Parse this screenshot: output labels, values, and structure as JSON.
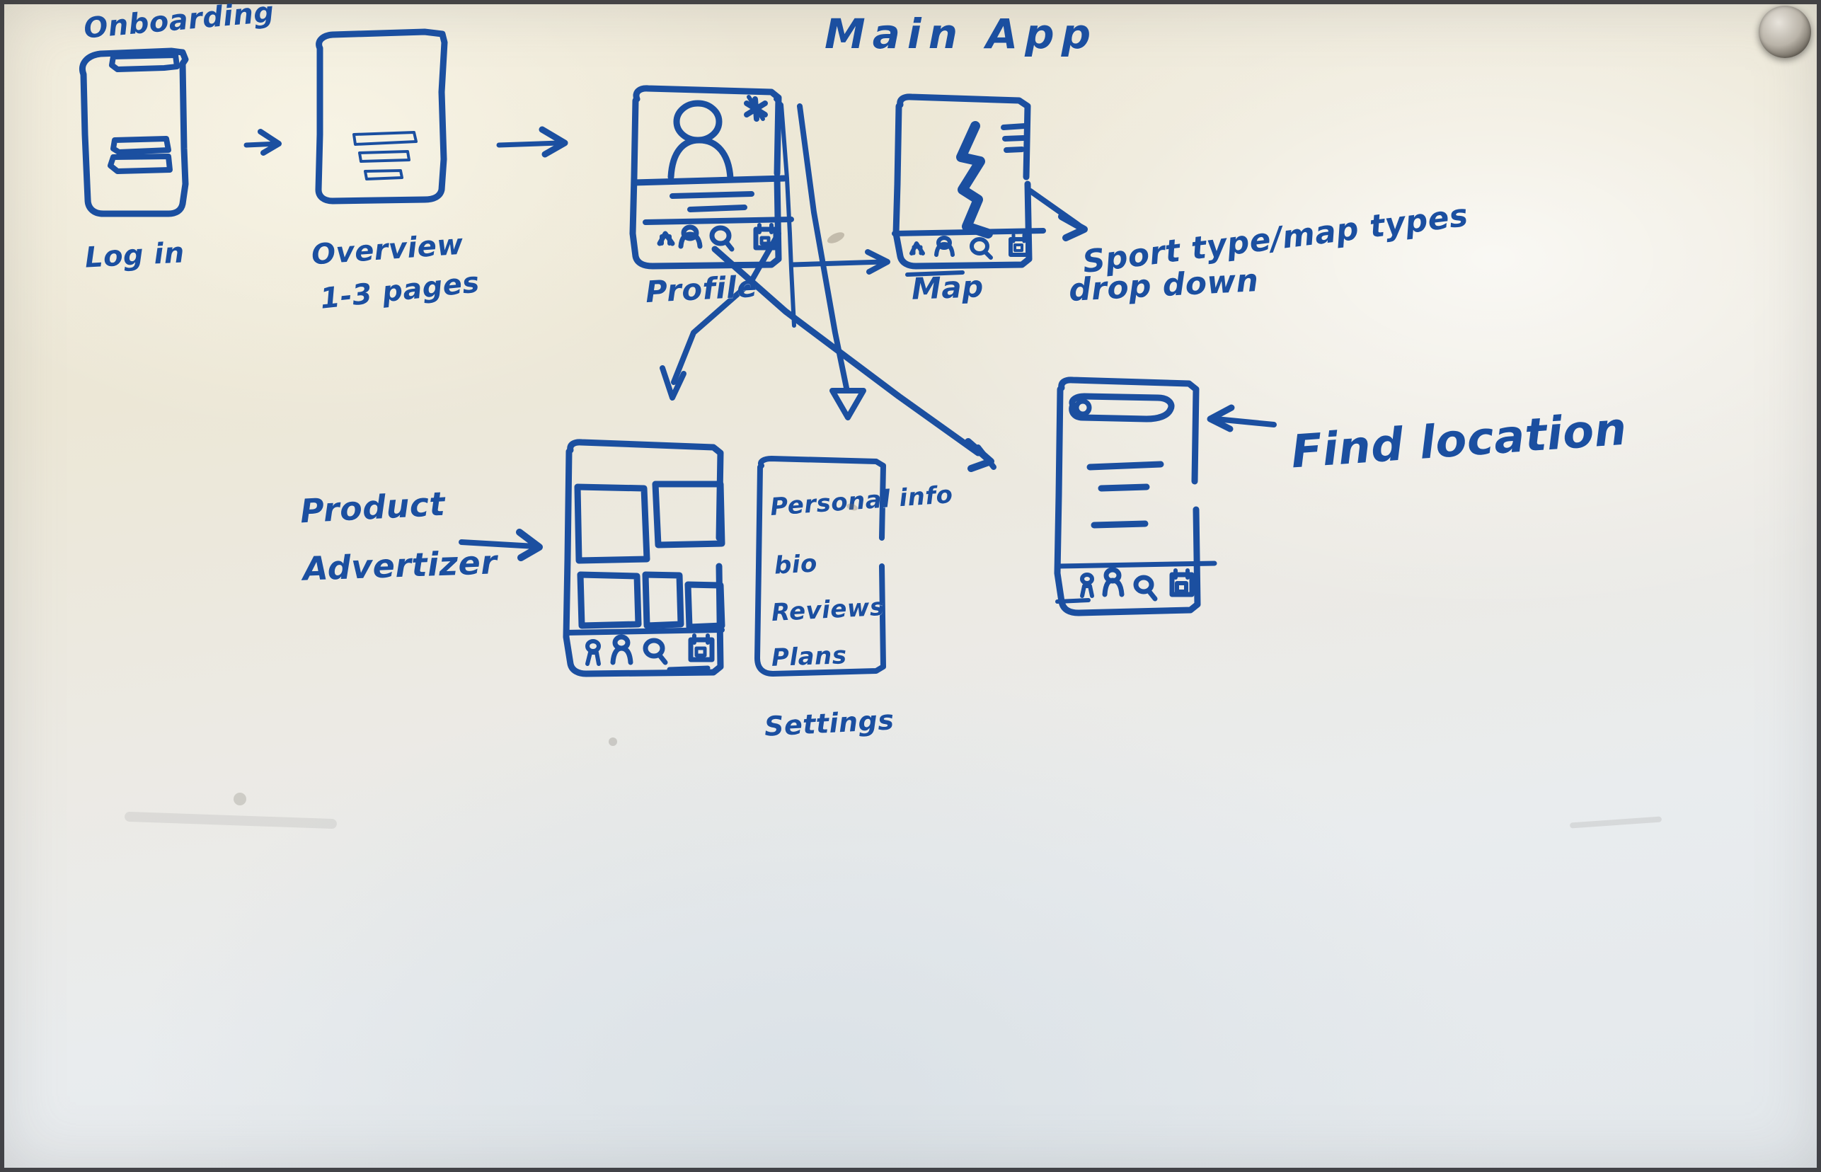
{
  "board": {
    "title": "Main App",
    "ink_color": "#1b4fa0",
    "surface_color": "#ece7d6"
  },
  "sections": {
    "onboarding_label": "Onboarding",
    "main_app_label": "Main App"
  },
  "screens": [
    {
      "id": "login",
      "label": "Log in",
      "elements": [
        "notch",
        "input-field",
        "input-field"
      ]
    },
    {
      "id": "overview",
      "label": "Overview",
      "sublabel": "1-3 pages",
      "elements": [
        "text-line",
        "text-line",
        "text-line"
      ]
    },
    {
      "id": "profile",
      "label": "Profile",
      "elements": [
        "avatar",
        "star-icon",
        "text-line",
        "text-line",
        "tab-bar"
      ]
    },
    {
      "id": "map",
      "label": "Map",
      "elements": [
        "route-path",
        "hamburger-icon",
        "tab-bar"
      ]
    },
    {
      "id": "product-advertizer",
      "label": "Product Advertizer",
      "elements": [
        "card",
        "card",
        "card",
        "card",
        "card",
        "tab-bar"
      ]
    },
    {
      "id": "find-location",
      "label": "Find location",
      "elements": [
        "search-bar",
        "list-line",
        "list-line",
        "list-line",
        "tab-bar"
      ]
    }
  ],
  "settings_panel": {
    "label": "Settings",
    "items": [
      "Personal info",
      "bio",
      "Reviews",
      "Plans"
    ]
  },
  "annotations": [
    {
      "id": "sport-map-dropdown",
      "line1": "Sport type/map types",
      "line2": "drop down"
    },
    {
      "id": "find-location",
      "text": "Find location"
    },
    {
      "id": "product-advertizer",
      "line1": "Product",
      "line2": "Advertizer"
    }
  ],
  "tab_bar_icons": [
    "home-icon",
    "person-icon",
    "search-icon",
    "calendar-icon"
  ]
}
